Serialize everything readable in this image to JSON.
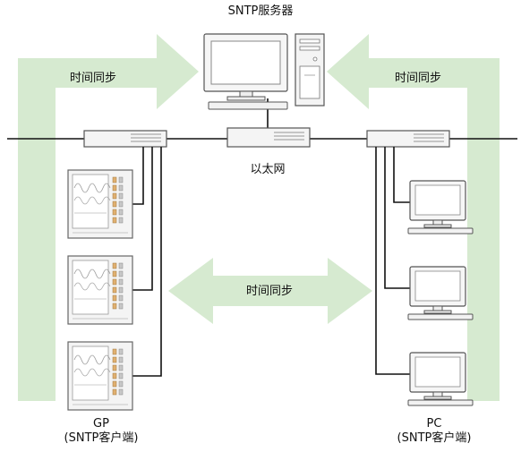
{
  "server": {
    "label": "SNTP服务器"
  },
  "network": {
    "label": "以太网"
  },
  "sync": {
    "left": "时间同步",
    "right": "时间同步",
    "center": "时间同步"
  },
  "clients": {
    "gp": {
      "name": "GP",
      "role": "(SNTP客户端)"
    },
    "pc": {
      "name": "PC",
      "role": "(SNTP客户端)"
    }
  },
  "colors": {
    "sync_arrow": "#d6ead0",
    "line": "#111111",
    "device_body": "#f4f4f4",
    "device_stroke": "#666666"
  }
}
